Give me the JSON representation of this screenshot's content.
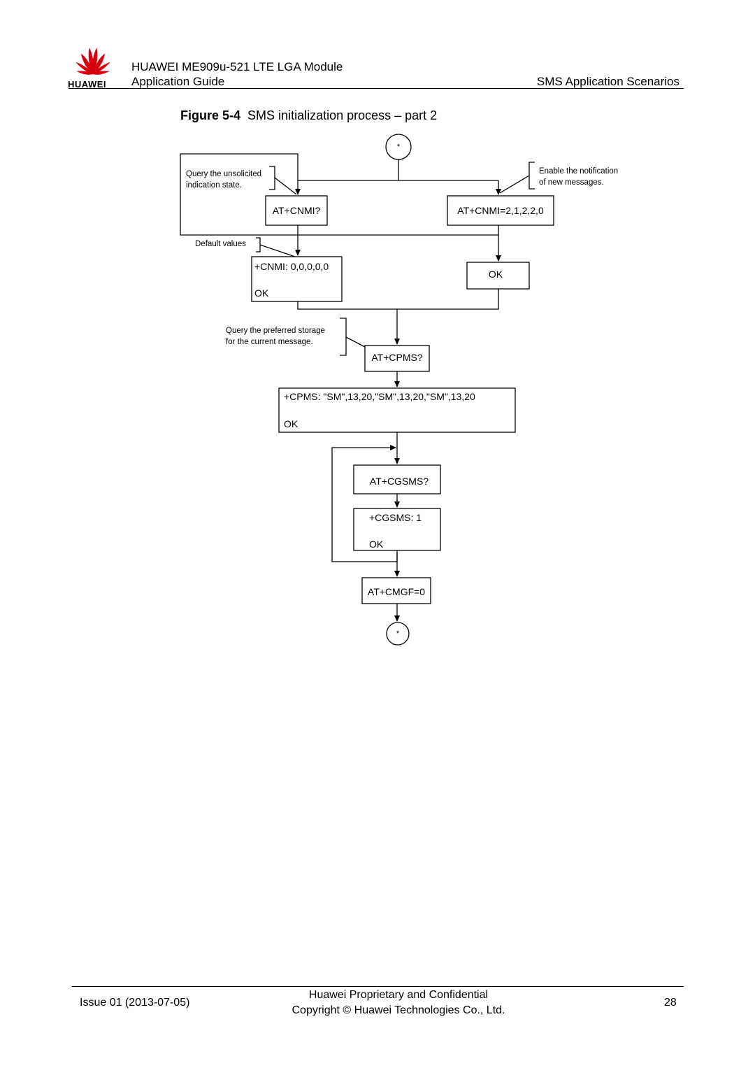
{
  "header": {
    "brand": "HUAWEI",
    "product": "HUAWEI ME909u-521 LTE LGA Module",
    "doc_type": "Application Guide",
    "section": "SMS Application Scenarios"
  },
  "figure": {
    "number": "Figure 5-4",
    "title": "SMS initialization process – part 2"
  },
  "diagram": {
    "connector_top": "*",
    "connector_bottom": "*",
    "note_query_unsolicited": [
      "Query the unsolicited",
      "indication state."
    ],
    "note_enable_notification": [
      "Enable the notification",
      "of new messages."
    ],
    "note_default_values": "Default values",
    "note_preferred_storage": [
      "Query the preferred storage",
      "for the current message."
    ],
    "cmd_cnmi_query": "AT+CNMI?",
    "cmd_cnmi_set": "AT+CNMI=2,1,2,2,0",
    "resp_cnmi": "+CNMI: 0,0,0,0,0",
    "resp_cnmi_ok": "OK",
    "resp_set_ok": "OK",
    "cmd_cpms_query": "AT+CPMS?",
    "resp_cpms": "+CPMS:  \"SM\",13,20,\"SM\",13,20,\"SM\",13,20",
    "resp_cpms_ok": "OK",
    "cmd_cgsms_query": "AT+CGSMS?",
    "resp_cgsms": "+CGSMS: 1",
    "resp_cgsms_ok": "OK",
    "cmd_cmgf": "AT+CMGF=0"
  },
  "footer": {
    "issue": "Issue 01 (2013-07-05)",
    "confidential": "Huawei Proprietary and Confidential",
    "copyright": "Copyright © Huawei Technologies Co., Ltd.",
    "page_number": "28"
  },
  "colors": {
    "logo_red": "#d7000f",
    "line": "#000000"
  }
}
